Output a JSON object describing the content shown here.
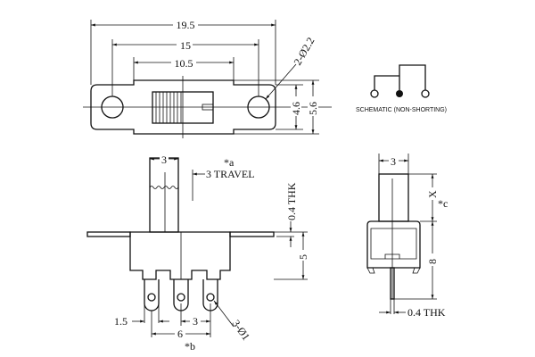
{
  "top_view": {
    "dim_overall": "19.5",
    "dim_holes": "15",
    "dim_center": "10.5",
    "dim_hole_dia": "2-Ø2.2",
    "dim_inner_height": "4.6",
    "dim_outer_height": "5.6"
  },
  "schematic": {
    "label": "SCHEMATIC (NON-SHORTING)"
  },
  "front_view": {
    "dim_actuator": "3",
    "note_a": "*a",
    "travel": "3 TRAVEL",
    "thickness": "0.4 THK",
    "dim_body_height": "5",
    "dim_edge": "1.5",
    "dim_pitch": "3",
    "dim_span": "6",
    "note_b": "*b",
    "dim_pin_dia": "3-Ø1"
  },
  "side_view": {
    "dim_actuator": "3",
    "dim_x": "X",
    "note_c": "*c",
    "dim_height": "8",
    "thickness": "0.4 THK"
  }
}
